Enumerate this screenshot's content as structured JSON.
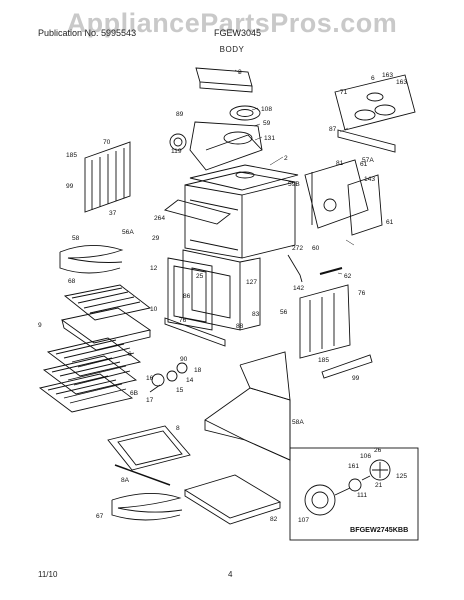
{
  "header": {
    "watermark": "AppliancePartsPros.com",
    "left_text": "Publication No. 5995543",
    "right_text": "FGEW3045",
    "section_title": "BODY"
  },
  "diagram": {
    "labels": [
      "163",
      "3",
      "6",
      "163",
      "71",
      "89",
      "108",
      "59",
      "131",
      "119",
      "70",
      "185",
      "99",
      "2",
      "87",
      "61",
      "57A",
      "81",
      "59B",
      "143",
      "264",
      "37",
      "56A",
      "58",
      "29",
      "12",
      "272",
      "60",
      "61",
      "68",
      "25",
      "127",
      "86",
      "62",
      "142",
      "10",
      "76",
      "9",
      "76",
      "88",
      "83",
      "56",
      "185",
      "6",
      "90",
      "18",
      "14",
      "15",
      "16",
      "17",
      "6B",
      "99",
      "58A",
      "8",
      "8A",
      "67",
      "82",
      "26",
      "161",
      "106",
      "111",
      "21",
      "125",
      "107"
    ],
    "code": "BFGEW2745KBB"
  },
  "footer": {
    "date": "11/10",
    "page_number": "4"
  }
}
